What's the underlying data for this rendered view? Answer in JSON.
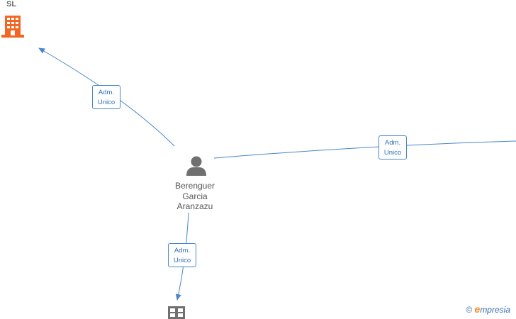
{
  "person": {
    "name_lines": [
      "Berenguer",
      "Garcia",
      "Aranzazu"
    ],
    "icon": "person-icon"
  },
  "companies": [
    {
      "id": "top-left",
      "label": "SL",
      "icon": "building-icon",
      "color": "#f26522"
    },
    {
      "id": "bottom",
      "label": "",
      "icon": "building-grid-icon",
      "color": "#707070"
    },
    {
      "id": "right",
      "label": "",
      "icon": "",
      "color": ""
    }
  ],
  "edges": [
    {
      "to": "top-left",
      "label_lines": [
        "Adm.",
        "Unico"
      ]
    },
    {
      "to": "right",
      "label_lines": [
        "Adm.",
        "Unico"
      ]
    },
    {
      "to": "bottom",
      "label_lines": [
        "Adm.",
        "Unico"
      ]
    }
  ],
  "colors": {
    "edge": "#4a86c8",
    "label_text": "#2f6fb5",
    "person_icon": "#707070"
  },
  "watermark": {
    "copyright_symbol": "©",
    "brand_initial": "e",
    "brand_rest": "mpresia"
  }
}
